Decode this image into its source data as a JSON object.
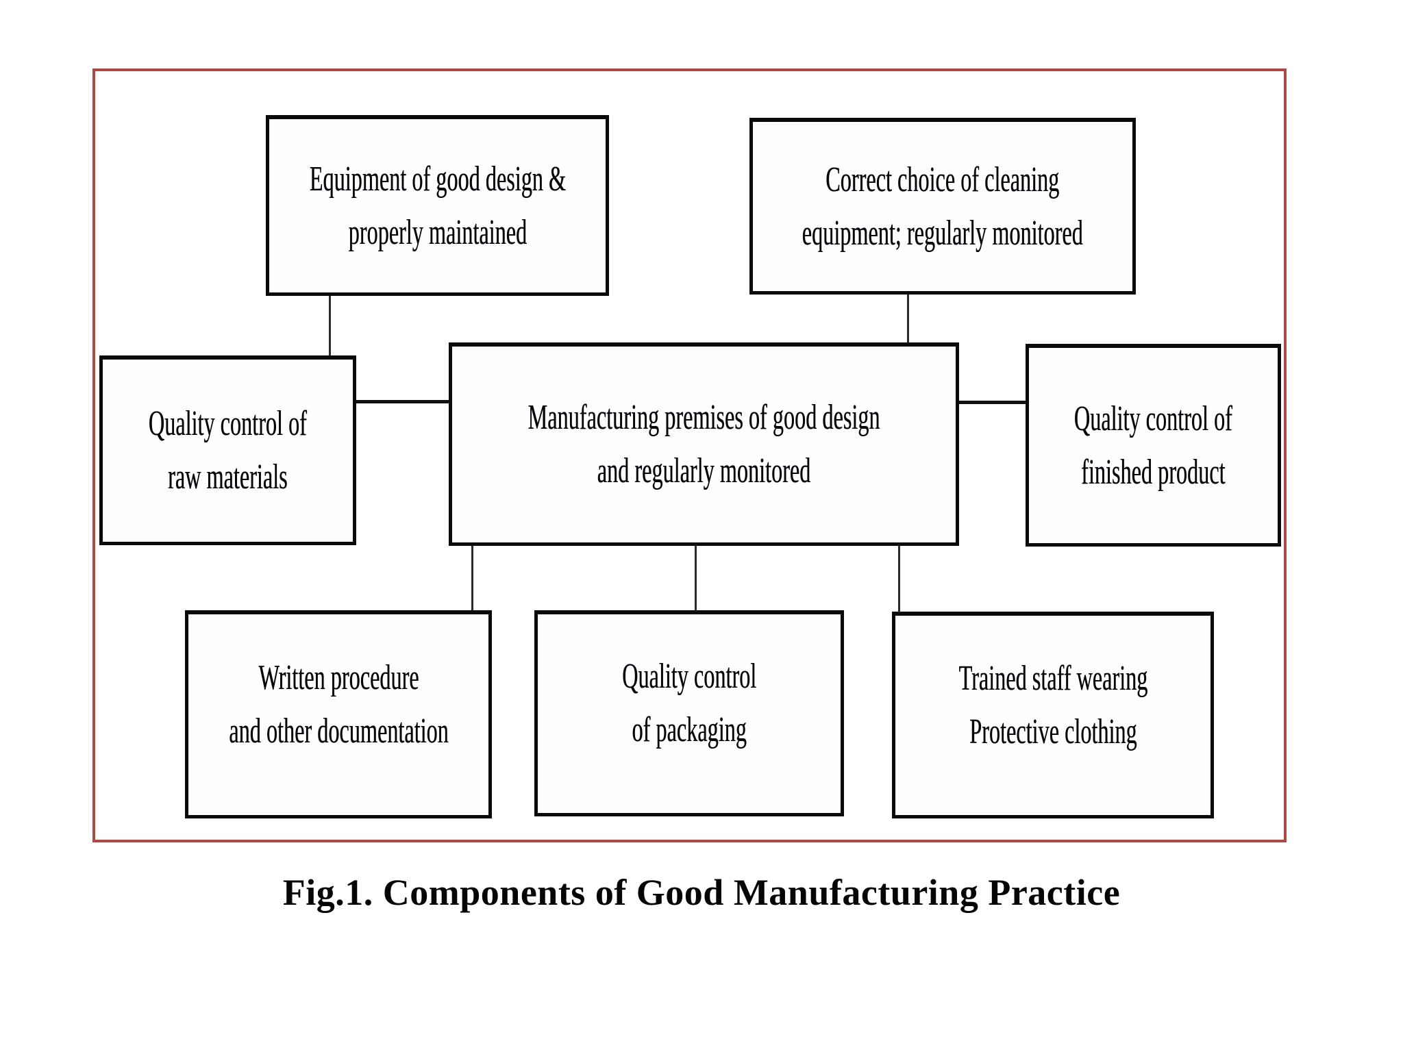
{
  "figure_caption": "Fig.1. Components of Good Manufacturing Practice",
  "colors": {
    "outer_border": "#ad4a45",
    "box_border": "#0a0a0a",
    "connector": "#2a2a2a",
    "background": "#ffffff",
    "text": "#06060c"
  },
  "nodes": {
    "equipment": {
      "label": "Equipment of good design &\nproperly maintained"
    },
    "cleaning": {
      "label": "Correct choice of cleaning\nequipment; regularly monitored"
    },
    "raw_materials": {
      "label": "Quality control of\nraw materials"
    },
    "premises": {
      "label": "Manufacturing premises of good design\nand regularly monitored"
    },
    "finished_product": {
      "label": "Quality control of\nfinished product"
    },
    "documentation": {
      "label": "Written procedure\nand other documentation"
    },
    "packaging": {
      "label": "Quality control\nof packaging"
    },
    "staff": {
      "label": "Trained staff wearing\nProtective clothing"
    }
  }
}
